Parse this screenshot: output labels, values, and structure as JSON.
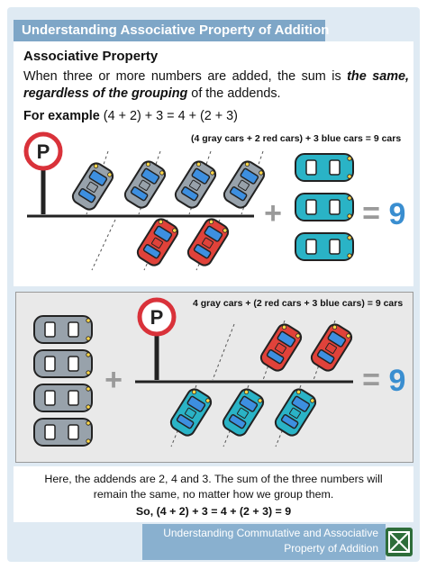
{
  "header": {
    "title": "Understanding Associative Property of Addition"
  },
  "definition": {
    "heading": "Associative Property",
    "text_before": "When three or more numbers are added, the sum is ",
    "emphasis": "the same, regardless of the grouping",
    "text_after": " of the addends."
  },
  "example": {
    "label": "For example",
    "equation": "(4 + 2) + 3 = 4 + (2 + 3)"
  },
  "illustration1": {
    "caption": "(4 gray cars + 2 red cars) + 3 blue cars = 9 cars",
    "plus": "+",
    "equals": "=",
    "result": "9",
    "sign_letter": "P"
  },
  "illustration2": {
    "caption": "4 gray cars + (2 red cars + 3 blue cars) = 9 cars",
    "plus": "+",
    "equals": "=",
    "result": "9",
    "sign_letter": "P"
  },
  "explanation": {
    "text": "Here, the addends are 2, 4 and 3. The sum of the three numbers will remain the same, no matter how we group them.",
    "conclusion": "So, (4 + 2) + 3 = 4 + (2 + 3) = 9"
  },
  "footer": {
    "line1": "Understanding Commutative and Associative",
    "line2": "Property of Addition"
  },
  "colors": {
    "gray_car": "#98a2ab",
    "red_car": "#e0423a",
    "blue_car": "#2ab3c6",
    "window": "#3d8fe0",
    "accent": "#3a8ed0",
    "sign": "#d9323a"
  },
  "icons": {
    "parking_sign": "parking-sign-icon",
    "logo": "worksheet-logo-icon"
  }
}
